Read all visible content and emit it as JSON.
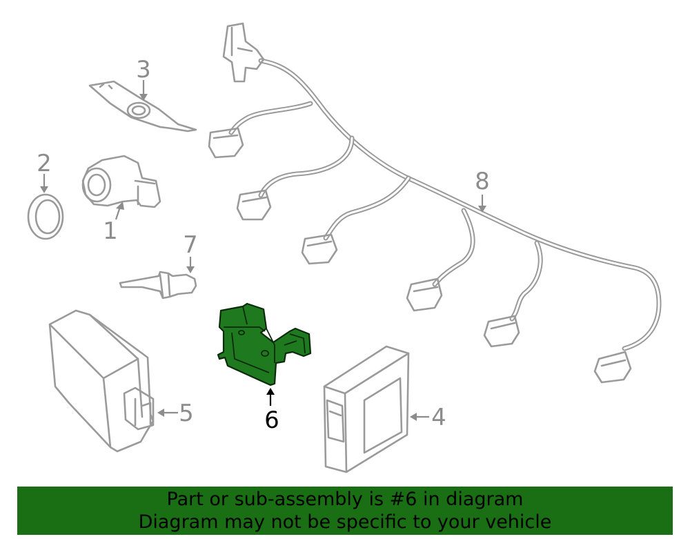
{
  "callouts": {
    "c1": "1",
    "c2": "2",
    "c3": "3",
    "c4": "4",
    "c5": "5",
    "c6": "6",
    "c7": "7",
    "c8": "8"
  },
  "highlight": {
    "part": "6",
    "color": "#1f7a1f",
    "banner_color": "#1a6e14"
  },
  "banner": {
    "line1": "Part or sub-assembly is #6 in diagram",
    "line2": "Diagram may not be specific to your vehicle"
  }
}
